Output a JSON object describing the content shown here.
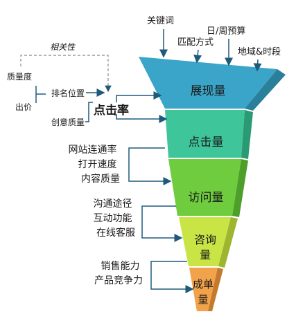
{
  "funnel": {
    "stages": [
      {
        "label": "展现量",
        "color": "#3aa5c8"
      },
      {
        "label": "点击量",
        "color": "#3ec69a"
      },
      {
        "label": "访问量",
        "color": "#6fcc3e"
      },
      {
        "label": "咨询量",
        "color": "#c9e545"
      },
      {
        "label": "成单量",
        "color": "#f2a24a"
      }
    ]
  },
  "top_labels": {
    "keyword": "关键词",
    "match": "匹配方式",
    "budget": "日/周预算",
    "region_time": "地域&时段"
  },
  "ctr": {
    "title": "点击率",
    "related": "相关性",
    "quality": "质量度",
    "bid": "出价",
    "rank": "排名位置",
    "creative": "创意质量"
  },
  "visit_factors": {
    "lines": [
      "网站连通率",
      "打开速度",
      "内容质量"
    ]
  },
  "inquiry_factors": {
    "lines": [
      "沟通途径",
      "互动功能",
      "在线客服"
    ]
  },
  "deal_factors": {
    "lines": [
      "销售能力",
      "产品竞争力"
    ]
  }
}
